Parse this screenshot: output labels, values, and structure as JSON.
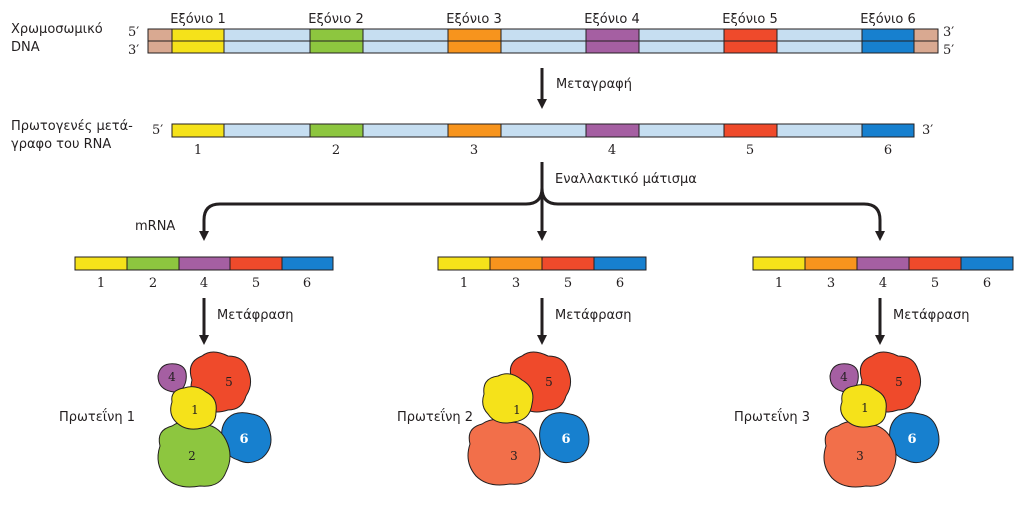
{
  "colors": {
    "exon1": "#f5e21a",
    "exon2": "#8dc63f",
    "exon3": "#f7941d",
    "exon4": "#a55fa2",
    "exon5": "#ef4a2b",
    "exon6": "#1780cf",
    "intron": "#c6def1",
    "flank": "#d9a991",
    "protein3": "#f26f4a"
  },
  "dna": {
    "label_line1": "Χρωμοσωμικό",
    "label_line2": "DNA",
    "end_5_top": "5′",
    "end_3_bottom": "3′",
    "end_3_top": "3′",
    "end_5_bottom": "5′",
    "exons": [
      "Εξόνιο 1",
      "Εξόνιο 2",
      "Εξόνιο 3",
      "Εξόνιο 4",
      "Εξόνιο 5",
      "Εξόνιο 6"
    ]
  },
  "step_transcription": "Μεταγραφή",
  "primary_transcript": {
    "label_line1": "Πρωτογενές μετά-",
    "label_line2": "γραφο του RNA",
    "end_5": "5′",
    "end_3": "3′",
    "numbers": [
      "1",
      "2",
      "3",
      "4",
      "5",
      "6"
    ]
  },
  "step_splicing": "Εναλλακτικό μάτισμα",
  "mrna_label": "mRNA",
  "variants": [
    {
      "exons": [
        "1",
        "2",
        "4",
        "5",
        "6"
      ],
      "translation": "Μετάφραση",
      "protein": "Πρωτεΐνη 1",
      "domains": [
        "4",
        "5",
        "1",
        "6",
        "2"
      ]
    },
    {
      "exons": [
        "1",
        "3",
        "5",
        "6"
      ],
      "translation": "Μετάφραση",
      "protein": "Πρωτεΐνη 2",
      "domains": [
        "5",
        "1",
        "6",
        "3"
      ]
    },
    {
      "exons": [
        "1",
        "3",
        "4",
        "5",
        "6"
      ],
      "translation": "Μετάφραση",
      "protein": "Πρωτεΐνη 3",
      "domains": [
        "4",
        "5",
        "1",
        "6",
        "3"
      ]
    }
  ]
}
